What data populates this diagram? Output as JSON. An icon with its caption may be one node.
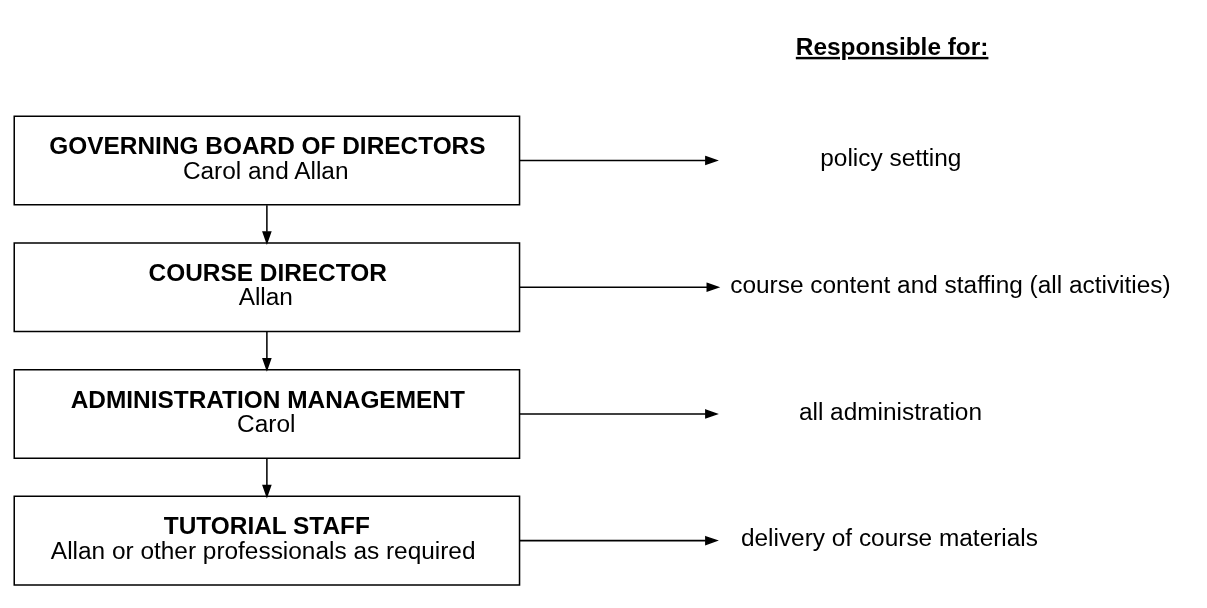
{
  "diagram": {
    "nodes": [
      {
        "text": [
          "GOVERNING BOARD OF DIRECTORS",
          "Carol and Allan"
        ]
      },
      {
        "text": [
          "policy setting"
        ]
      },
      {
        "text": [
          "COURSE DIRECTOR",
          "Allan"
        ]
      },
      {
        "text": [
          "course content and staffing (all activities)"
        ]
      },
      {
        "text": [
          "ADMINISTRATION MANAGEMENT",
          "Carol"
        ]
      },
      {
        "text": [
          "all administration"
        ]
      },
      {
        "text": [
          "TUTORIAL STAFF",
          "Allan or other professionals as required"
        ]
      },
      {
        "text": [
          "delivery of course materials"
        ]
      }
    ],
    "edges": [
      {
        "from": 0,
        "to": 1,
        "arrow": "to"
      },
      {
        "from": 0,
        "to": 2,
        "arrow": "to"
      },
      {
        "from": 2,
        "to": 3,
        "arrow": "to"
      },
      {
        "from": 2,
        "to": 4,
        "arrow": "to"
      },
      {
        "from": 4,
        "to": 5,
        "arrow": "to"
      },
      {
        "from": 4,
        "to": 6,
        "arrow": "to"
      },
      {
        "from": 6,
        "to": 7,
        "arrow": "to"
      }
    ],
    "labels": [
      "Responsible for:"
    ]
  }
}
